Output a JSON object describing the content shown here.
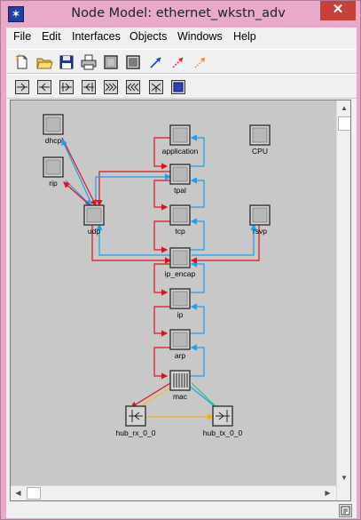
{
  "window": {
    "title": "Node Model: ethernet_wkstn_adv",
    "app_icon": "star-icon",
    "close_glyph": "✕"
  },
  "menu": [
    "File",
    "Edit",
    "Interfaces",
    "Objects",
    "Windows",
    "Help"
  ],
  "toolbar1": [
    "new-file-icon",
    "open-folder-icon",
    "save-disk-icon",
    "print-icon",
    "processor-node-icon",
    "queue-node-icon",
    "packet-stream-icon",
    "statwire-icon",
    "logical-tx-rx-icon"
  ],
  "toolbar2": [
    "pt-pt-transmitter-icon",
    "pt-pt-receiver-icon",
    "bus-transmitter-icon",
    "bus-receiver-icon",
    "radio-transmitter-icon",
    "radio-receiver-icon",
    "antenna-icon",
    "external-system-icon"
  ],
  "scroll": {
    "up": "▲",
    "down": "▼",
    "left": "◀",
    "right": "▶"
  },
  "nodes": {
    "dhcp": "dhcp",
    "rip": "rip",
    "udp": "udp",
    "application": "application",
    "tpal": "tpal",
    "tcp": "tcp",
    "ip_encap": "ip_encap",
    "ip": "ip",
    "arp": "arp",
    "mac": "mac",
    "cpu": "CPU",
    "rsvp": "rsvp",
    "hub_rx": "hub_rx_0_0",
    "hub_tx": "hub_tx_0_0"
  },
  "colors": {
    "stream_down": "#e01020",
    "stream_up": "#1aa0f0",
    "link_yellow": "#f0c020",
    "link_green": "#30c060",
    "canvas": "#c8c8c8"
  }
}
